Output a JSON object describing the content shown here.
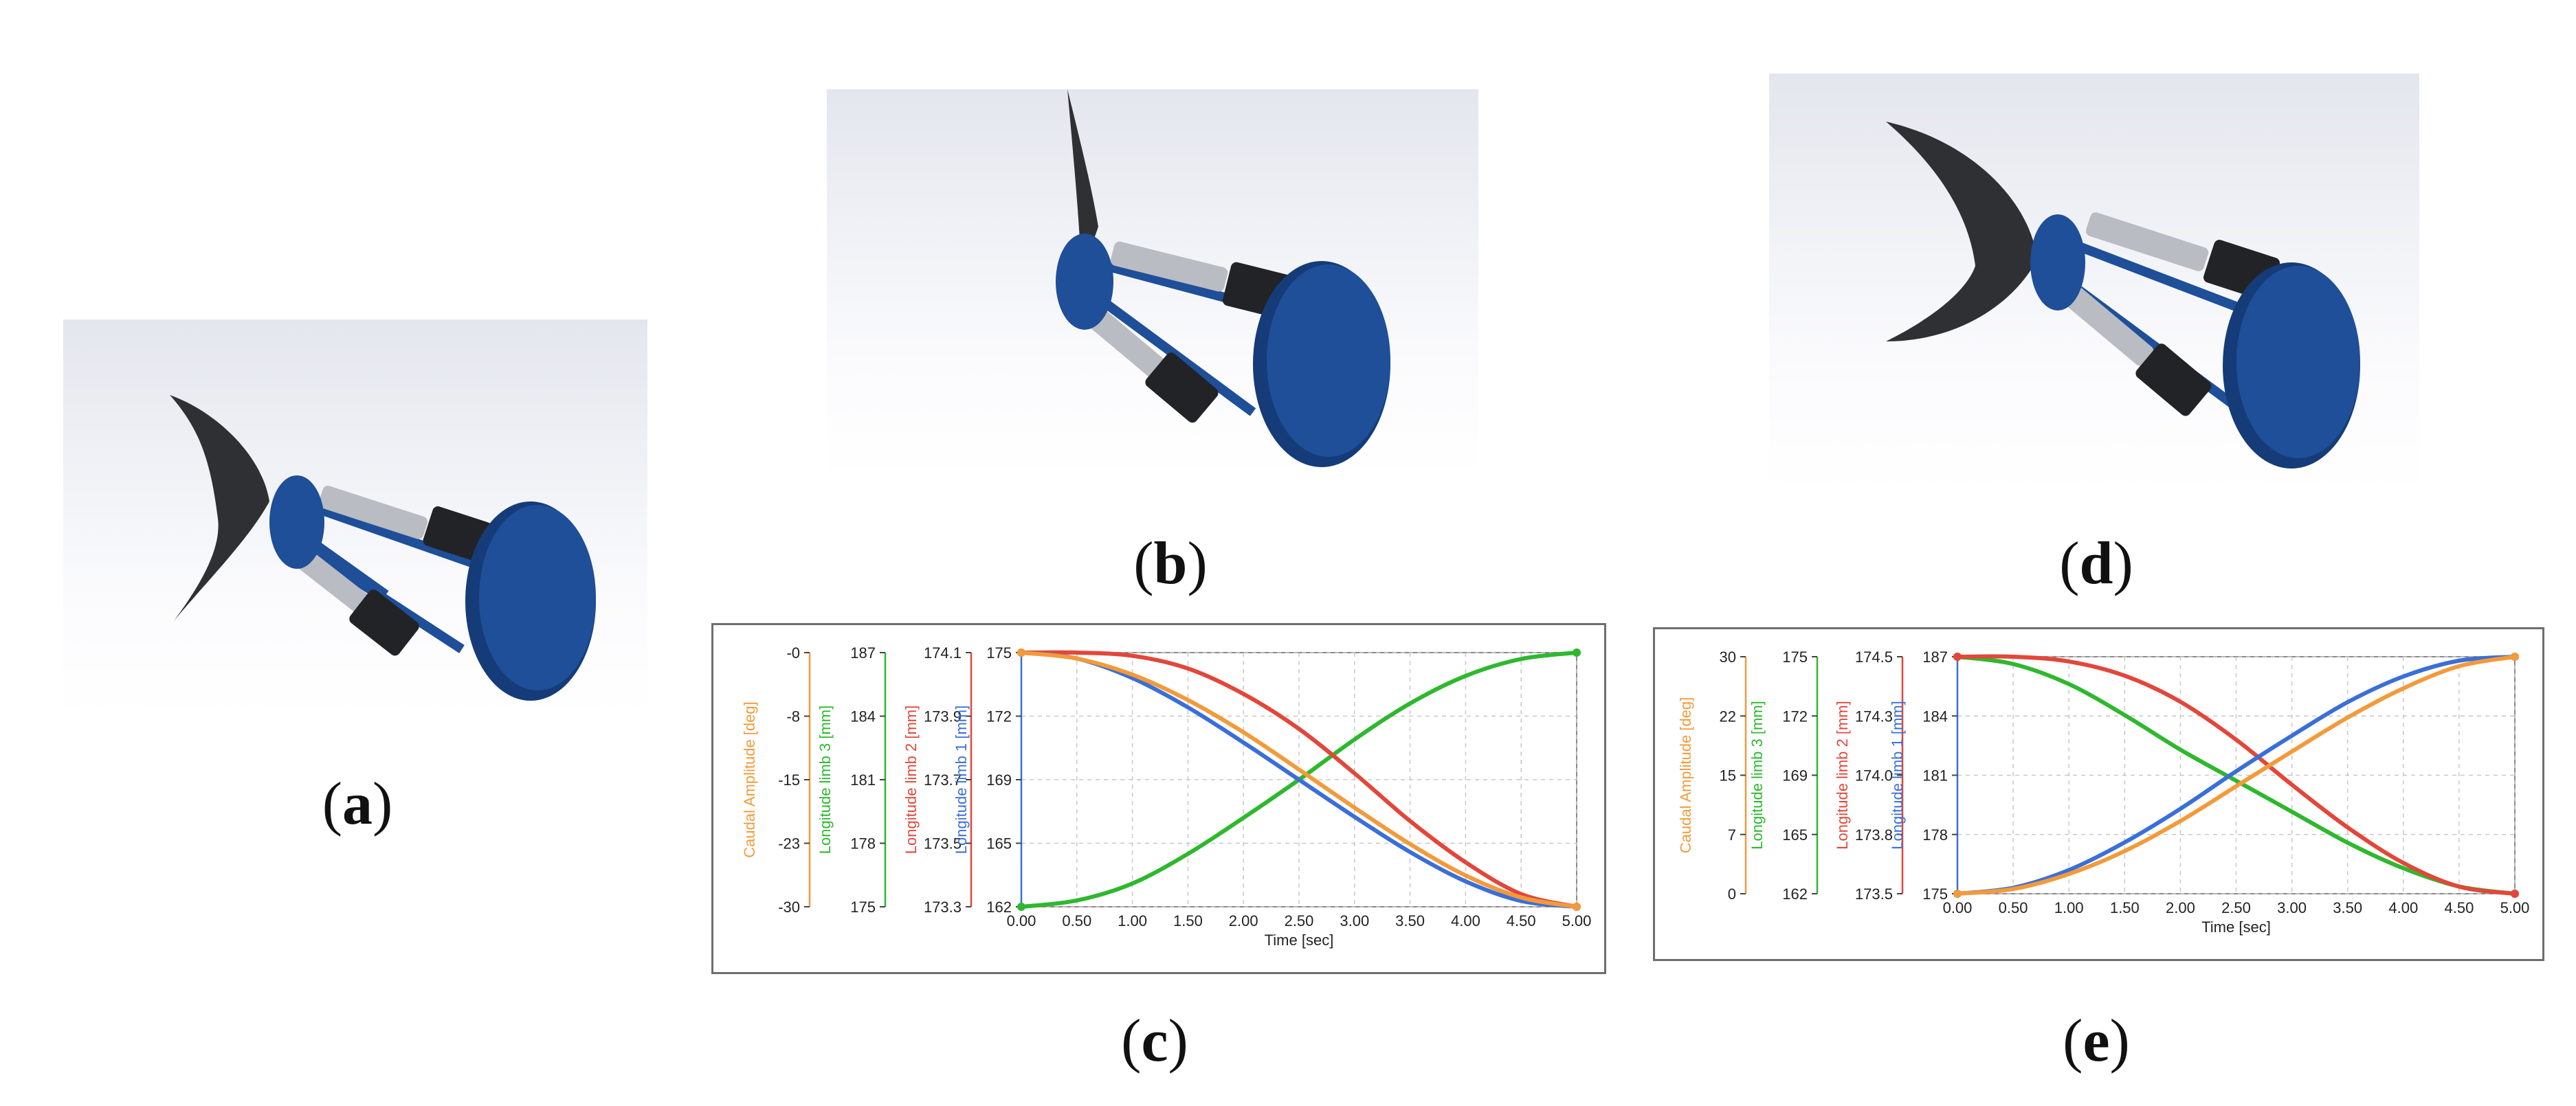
{
  "captions": {
    "a": "a",
    "b": "b",
    "c": "c",
    "d": "d",
    "e": "e"
  },
  "colors": {
    "caudal": "#f39a3a",
    "limb3": "#2eb82e",
    "limb2": "#e2473a",
    "limb1": "#3a6fd8",
    "fish_body": "#1e4f98",
    "fin": "#2f3033"
  },
  "chart_data": [
    {
      "id": "c",
      "type": "line",
      "xlabel": "Time [sec]",
      "x_ticks": [
        "0.00",
        "0.50",
        "1.00",
        "1.50",
        "2.00",
        "2.50",
        "3.00",
        "3.50",
        "4.00",
        "4.50",
        "5.00"
      ],
      "xlim": [
        0,
        5
      ],
      "grid": true,
      "axes": [
        {
          "key": "caudal",
          "label": "Caudal Amplitude [deg]",
          "ticks": [
            "-0",
            "-8",
            "-15",
            "-23",
            "-30"
          ],
          "range": [
            -30,
            0
          ]
        },
        {
          "key": "limb3",
          "label": "Longitude limb 3 [mm]",
          "ticks": [
            "187",
            "184",
            "181",
            "178",
            "175"
          ],
          "range": [
            175,
            187
          ]
        },
        {
          "key": "limb2",
          "label": "Longitude limb 2 [mm]",
          "ticks": [
            "174.1",
            "173.9",
            "173.7",
            "173.5",
            "173.3"
          ],
          "range": [
            173.3,
            174.1
          ]
        },
        {
          "key": "limb1",
          "label": "Longitude limb 1 [mm]",
          "ticks": [
            "175",
            "172",
            "169",
            "165",
            "162"
          ],
          "range": [
            162,
            175
          ]
        }
      ],
      "series": [
        {
          "key": "limb3",
          "x": [
            0,
            0.5,
            1,
            1.5,
            2,
            2.5,
            3,
            3.5,
            4,
            4.5,
            5
          ],
          "y": [
            175.0,
            175.3,
            176.1,
            177.5,
            179.2,
            181.0,
            182.9,
            184.6,
            185.9,
            186.7,
            187.0
          ]
        },
        {
          "key": "limb2",
          "x": [
            0,
            0.5,
            1,
            1.5,
            2,
            2.5,
            3,
            3.5,
            4,
            4.5,
            5
          ],
          "y": [
            174.1,
            174.1,
            174.09,
            174.05,
            173.97,
            173.86,
            173.72,
            173.57,
            173.44,
            173.34,
            173.3
          ]
        },
        {
          "key": "limb1",
          "x": [
            0,
            0.5,
            1,
            1.5,
            2,
            2.5,
            3,
            3.5,
            4,
            4.5,
            5
          ],
          "y": [
            175.0,
            174.7,
            173.7,
            172.2,
            170.4,
            168.5,
            166.6,
            164.8,
            163.3,
            162.3,
            162.0
          ]
        },
        {
          "key": "caudal",
          "x": [
            0,
            0.5,
            1,
            1.5,
            2,
            2.5,
            3,
            3.5,
            4,
            4.5,
            5
          ],
          "y": [
            0,
            -0.7,
            -2.6,
            -5.6,
            -9.4,
            -13.8,
            -18.3,
            -22.6,
            -26.3,
            -28.9,
            -30.0
          ]
        }
      ]
    },
    {
      "id": "e",
      "type": "line",
      "xlabel": "Time [sec]",
      "x_ticks": [
        "0.00",
        "0.50",
        "1.00",
        "1.50",
        "2.00",
        "2.50",
        "3.00",
        "3.50",
        "4.00",
        "4.50",
        "5.00"
      ],
      "xlim": [
        0,
        5
      ],
      "grid": true,
      "axes": [
        {
          "key": "caudal",
          "label": "Caudal Amplitude [deg]",
          "ticks": [
            "30",
            "22",
            "15",
            "7",
            "0"
          ],
          "range": [
            0,
            30
          ]
        },
        {
          "key": "limb3",
          "label": "Longitude limb 3 [mm]",
          "ticks": [
            "175",
            "172",
            "169",
            "165",
            "162"
          ],
          "range": [
            162,
            175
          ]
        },
        {
          "key": "limb2",
          "label": "Longitude limb 2 [mm]",
          "ticks": [
            "174.5",
            "174.3",
            "174.0",
            "173.8",
            "173.5"
          ],
          "range": [
            173.5,
            174.5
          ]
        },
        {
          "key": "limb1",
          "label": "Longitude limb 1 [mm]",
          "ticks": [
            "187",
            "184",
            "181",
            "178",
            "175"
          ],
          "range": [
            175,
            187
          ]
        }
      ],
      "series": [
        {
          "key": "limb3",
          "x": [
            0,
            0.5,
            1,
            1.5,
            2,
            2.5,
            3,
            3.5,
            4,
            4.5,
            5
          ],
          "y": [
            175.0,
            174.6,
            173.5,
            171.8,
            169.9,
            168.2,
            166.5,
            164.8,
            163.4,
            162.4,
            162.0
          ]
        },
        {
          "key": "limb2",
          "x": [
            0,
            0.5,
            1,
            1.5,
            2,
            2.5,
            3,
            3.5,
            4,
            4.5,
            5
          ],
          "y": [
            174.5,
            174.5,
            174.48,
            174.42,
            174.31,
            174.15,
            173.96,
            173.78,
            173.63,
            173.53,
            173.5
          ]
        },
        {
          "key": "limb1",
          "x": [
            0,
            0.5,
            1,
            1.5,
            2,
            2.5,
            3,
            3.5,
            4,
            4.5,
            5
          ],
          "y": [
            175.0,
            175.3,
            176.2,
            177.6,
            179.3,
            181.2,
            183.0,
            184.7,
            186.0,
            186.8,
            187.0
          ]
        },
        {
          "key": "caudal",
          "x": [
            0,
            0.5,
            1,
            1.5,
            2,
            2.5,
            3,
            3.5,
            4,
            4.5,
            5
          ],
          "y": [
            0,
            0.6,
            2.5,
            5.4,
            9.2,
            13.6,
            18.0,
            22.3,
            26.0,
            28.8,
            30.0
          ]
        }
      ]
    }
  ]
}
